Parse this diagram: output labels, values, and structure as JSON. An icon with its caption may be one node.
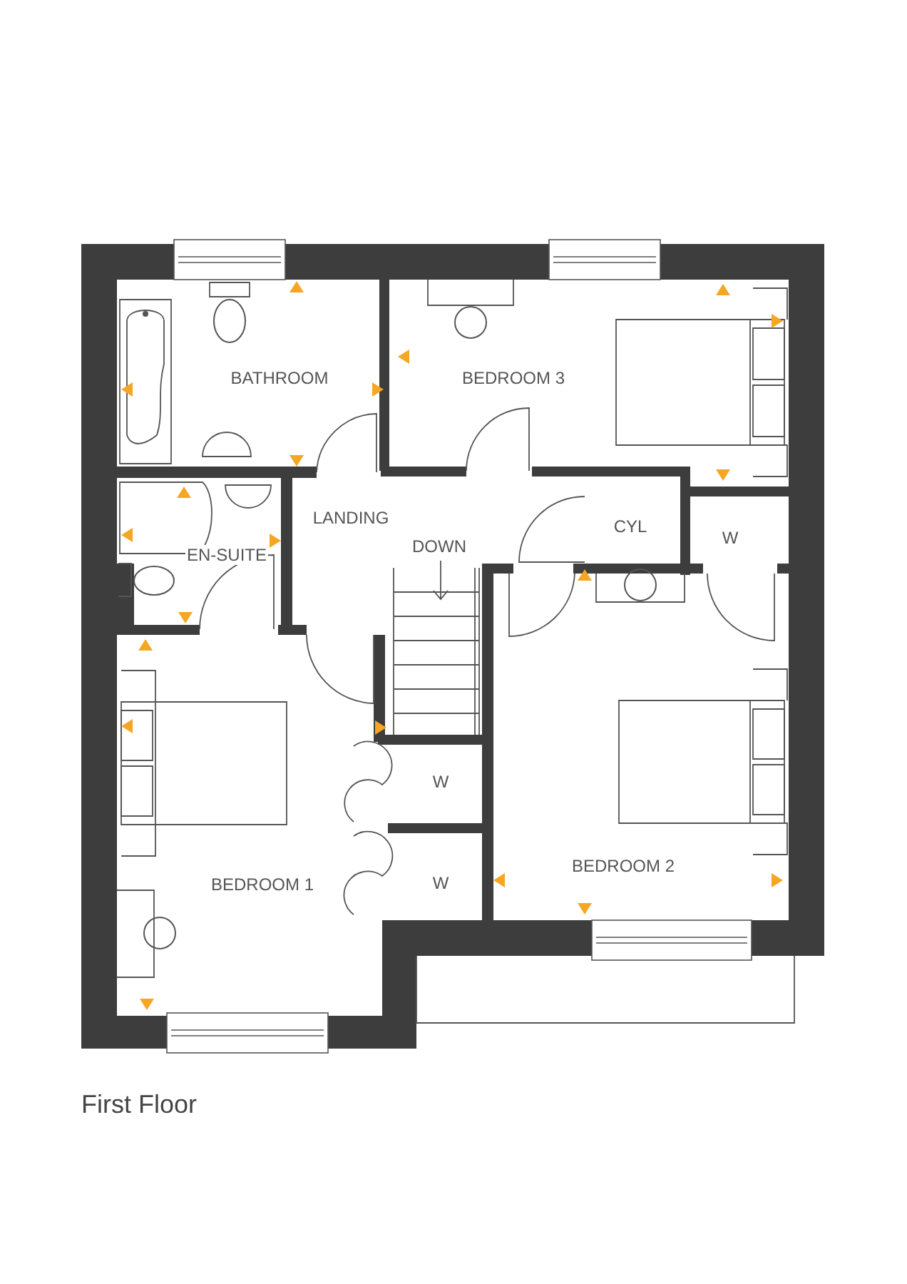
{
  "diagram": {
    "caption": "First Floor",
    "labels": [
      "BATHROOM",
      "BEDROOM 3",
      "LANDING",
      "CYL",
      "W",
      "DOWN",
      "EN-SUITE",
      "W",
      "BEDROOM 2",
      "BEDROOM 1",
      "W"
    ]
  }
}
